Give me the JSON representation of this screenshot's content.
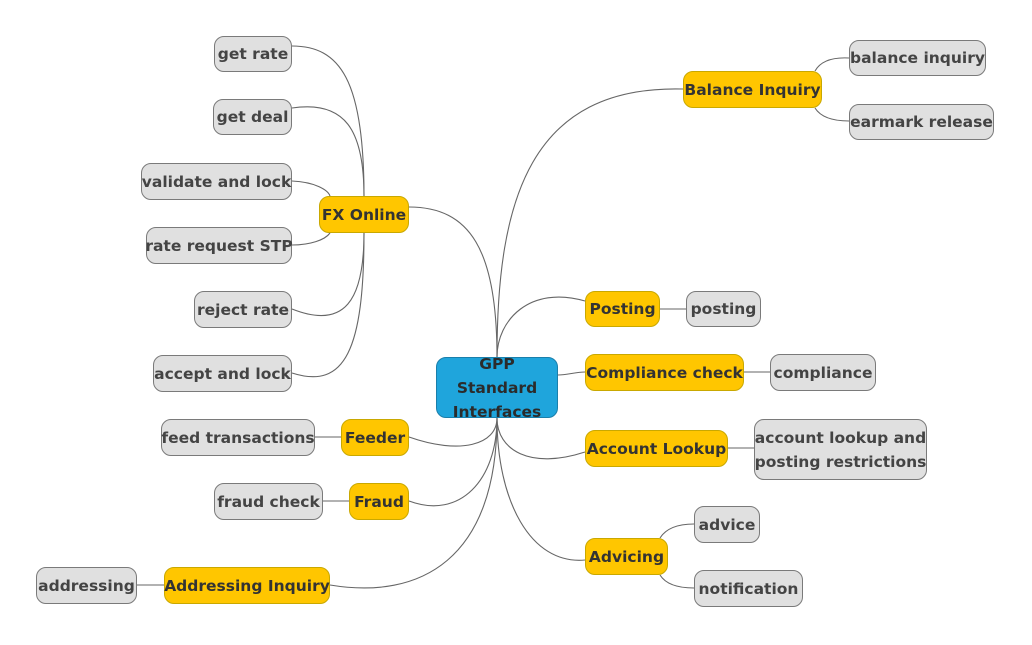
{
  "root": {
    "line1": "GPP Standard",
    "line2": "Interfaces"
  },
  "branches": {
    "fx_online": {
      "label": "FX Online",
      "children": [
        "get rate",
        "get deal",
        "validate and lock",
        "rate request STP",
        "reject rate",
        "accept and lock"
      ]
    },
    "feeder": {
      "label": "Feeder",
      "children": [
        "feed transactions"
      ]
    },
    "fraud": {
      "label": "Fraud",
      "children": [
        "fraud check"
      ]
    },
    "addressing_inquiry": {
      "label": "Addressing Inquiry",
      "children": [
        "addressing"
      ]
    },
    "balance_inquiry": {
      "label": "Balance Inquiry",
      "children": [
        "balance inquiry",
        "earmark release"
      ]
    },
    "posting": {
      "label": "Posting",
      "children": [
        "posting"
      ]
    },
    "compliance_check": {
      "label": "Compliance check",
      "children": [
        "compliance"
      ]
    },
    "account_lookup": {
      "label": "Account Lookup",
      "children": [
        "account lookup and",
        "posting restrictions"
      ]
    },
    "advicing": {
      "label": "Advicing",
      "children": [
        "advice",
        "notification"
      ]
    }
  },
  "colors": {
    "root": "#1fa5dc",
    "branch": "#ffc600",
    "leaf": "#e0e0e0",
    "line": "#666666"
  }
}
